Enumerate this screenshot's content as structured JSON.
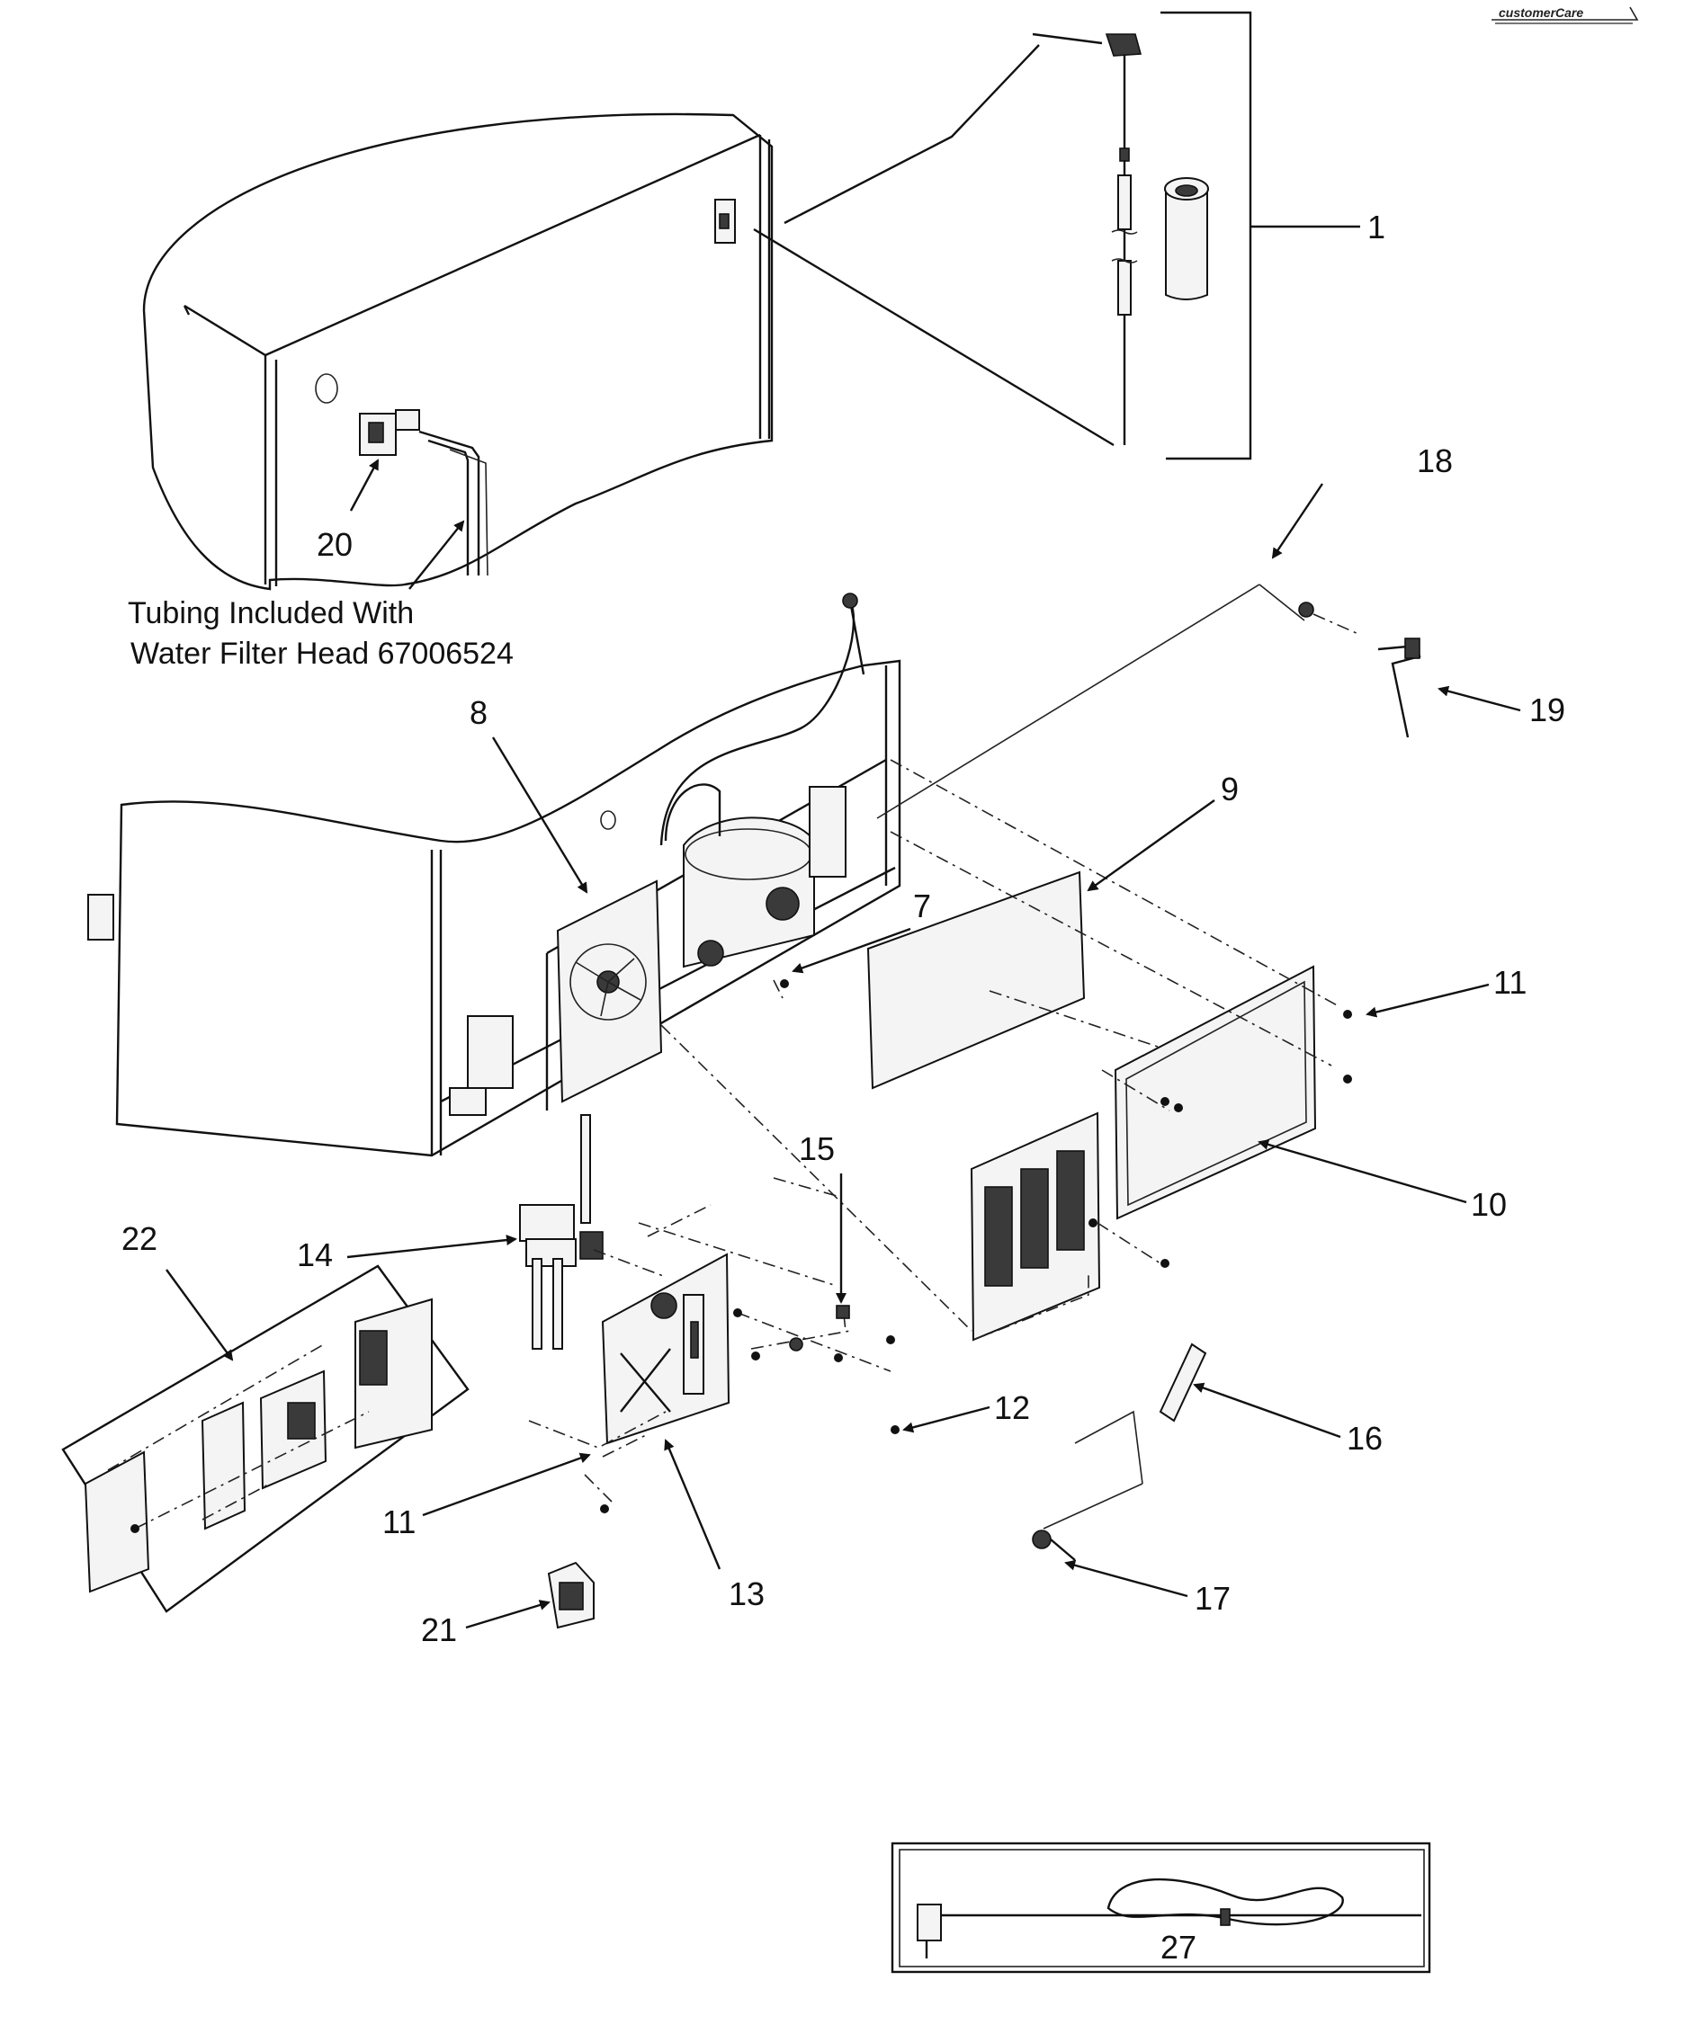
{
  "logo": {
    "text": "customerCare"
  },
  "note": {
    "line1": "Tubing Included With",
    "line2": "Water Filter Head 67006524"
  },
  "callouts": {
    "c1": "1",
    "c7": "7",
    "c8": "8",
    "c9": "9",
    "c10": "10",
    "c11a": "11",
    "c11b": "11",
    "c12": "12",
    "c13": "13",
    "c14": "14",
    "c15": "15",
    "c16": "16",
    "c17": "17",
    "c18": "18",
    "c19": "19",
    "c20": "20",
    "c21": "21",
    "c22": "22",
    "c27": "27"
  }
}
